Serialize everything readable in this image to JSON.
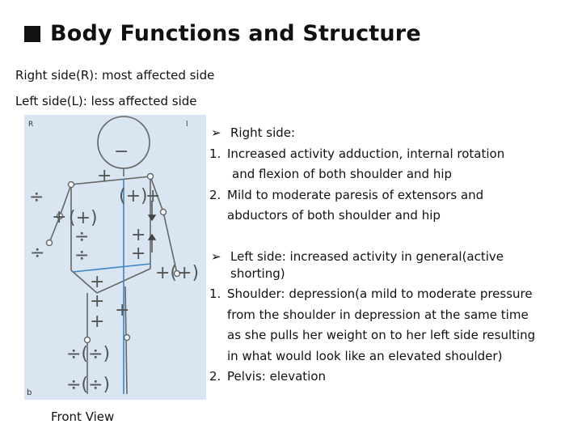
{
  "title": "Body Functions and Structure",
  "lines": [
    "Right side(R): most affected side",
    "Left side(L): less affected side"
  ],
  "figure": {
    "corner_r": "R",
    "corner_l": "l",
    "corner_b": "b",
    "caption": "Front View"
  },
  "right_side": {
    "heading": "Right side:",
    "items": [
      {
        "num": "1.",
        "line1": "Increased  activity adduction, internal rotation",
        "line2": "and flexion of both shoulder and hip"
      },
      {
        "num": "2.",
        "line1": "Mild to moderate paresis of extensors and",
        "line2": "abductors of both shoulder and hip"
      }
    ]
  },
  "left_side": {
    "heading": "Left side: increased activity in general(active",
    "heading2": "shorting)",
    "items": [
      {
        "num": "1.",
        "lines": [
          "Shoulder: depression(a mild to moderate pressure",
          "from the shoulder in depression at the same time",
          "as she pulls her weight on to her left side resulting",
          "in what would look like an elevated shoulder)"
        ]
      },
      {
        "num": "2.",
        "lines": [
          "Pelvis: elevation"
        ]
      }
    ]
  }
}
